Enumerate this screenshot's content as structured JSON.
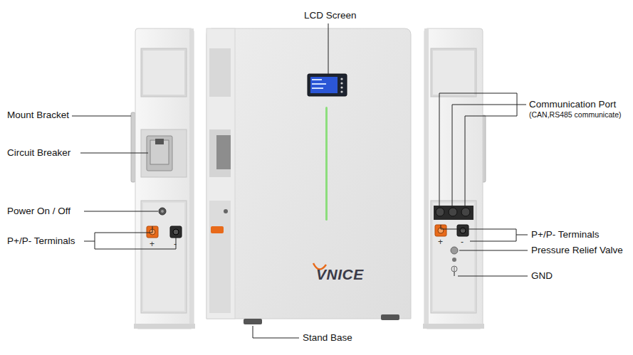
{
  "diagram": {
    "labels": [
      "LCD Screen",
      "Mount Bracket",
      "Circuit Breaker",
      "Power On / Off",
      "P+/P- Terminals",
      "Communication Port",
      "(CAN,RS485 communicate)",
      "P+/P- Terminals",
      "Pressure Relief Valve",
      "GND",
      "Stand Base",
      "VNICE",
      "+",
      "-",
      "+",
      "-"
    ]
  }
}
